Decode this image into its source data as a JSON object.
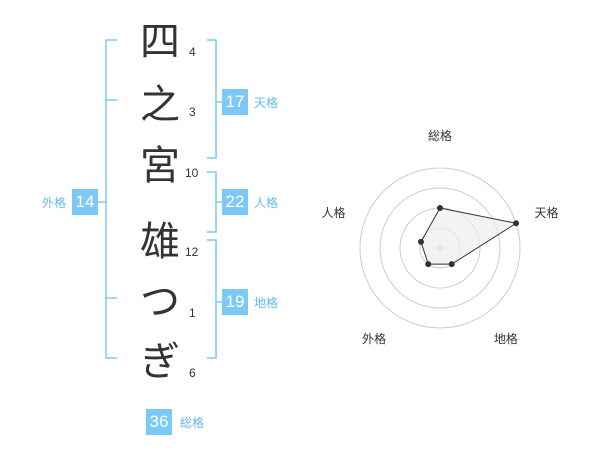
{
  "name": {
    "characters": [
      {
        "char": "四",
        "strokes": "4"
      },
      {
        "char": "之",
        "strokes": "3"
      },
      {
        "char": "宮",
        "strokes": "10"
      },
      {
        "char": "雄",
        "strokes": "12"
      },
      {
        "char": "つ",
        "strokes": "1"
      },
      {
        "char": "ぎ",
        "strokes": "6"
      }
    ]
  },
  "kaku": {
    "tenkaku": {
      "label": "天格",
      "value": "17"
    },
    "jinkaku": {
      "label": "人格",
      "value": "22"
    },
    "chikaku": {
      "label": "地格",
      "value": "19"
    },
    "gaikaku": {
      "label": "外格",
      "value": "14"
    },
    "soukaku": {
      "label": "総格",
      "value": "36"
    }
  },
  "colors": {
    "accent": "#7cc8f6",
    "bracket": "#7cc8f6",
    "text": "#333333",
    "label": "#67b8ee"
  },
  "chart_data": {
    "type": "radar",
    "axes": [
      "総格",
      "天格",
      "地格",
      "外格",
      "人格"
    ],
    "rings": 4,
    "values": [
      2,
      4,
      1,
      1,
      1
    ],
    "max": 4,
    "fill": "#eeeeee",
    "stroke": "#333333"
  }
}
